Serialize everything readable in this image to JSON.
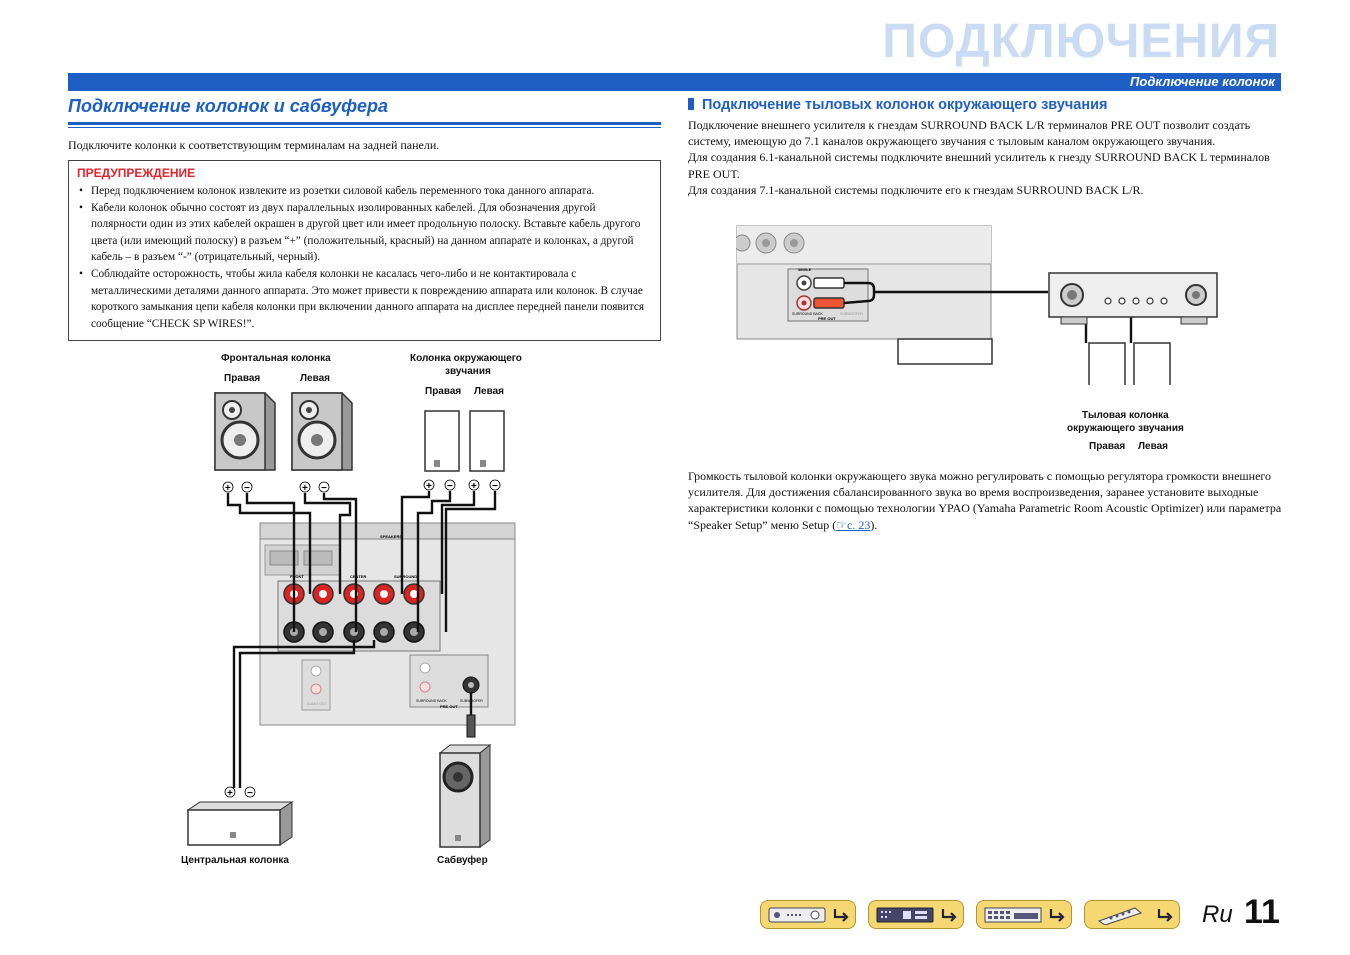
{
  "header": {
    "chapter_title": "ПОДКЛЮЧЕНИЯ",
    "section_bar": "Подключение колонок"
  },
  "left": {
    "heading": "Подключение колонок и сабвуфера",
    "intro": "Подключите колонки к соответствующим терминалам на задней панели.",
    "warning": {
      "title": "ПРЕДУПРЕЖДЕНИЕ",
      "items": [
        "Перед подключением колонок извлеките из розетки силовой кабель переменного тока данного аппарата.",
        "Кабели колонок обычно состоят из двух параллельных изолированных кабелей. Для обозначения другой полярности один из этих кабелей окрашен в другой цвет или имеет продольную полоску. Вставьте кабель другого цвета (или имеющий полоску) в разъем “+” (положительный, красный) на данном аппарате и колонках, а другой кабель – в разъем “-” (отрицательный, черный).",
        "Соблюдайте осторожность, чтобы жила кабеля колонки не касалась чего-либо и не контактировала с металлическими деталями данного аппарата. Это может привести к повреждению аппарата или колонок. В случае короткого замыкания цепи кабеля колонки при включении данного аппарата на дисплее передней панели появится сообщение “CHECK SP WIRES!”."
      ]
    },
    "diagram": {
      "front_label": "Фронтальная колонка",
      "front_right": "Правая",
      "front_left": "Левая",
      "surround_label_1": "Колонка окружающего",
      "surround_label_2": "звучания",
      "surround_right": "Правая",
      "surround_left": "Левая",
      "center_label": "Центральная колонка",
      "subwoofer_label": "Сабвуфер",
      "panel_speakers": "SPEAKERS",
      "panel_front": "FRONT",
      "panel_center": "CENTER",
      "panel_surround": "SURROUND",
      "panel_pre_out": "PRE OUT",
      "panel_subwoofer": "SUBWOOFER",
      "panel_surround_back": "SURROUND BACK",
      "panel_audio_out": "AUDIO OUT"
    }
  },
  "right": {
    "heading": "Подключение тыловых колонок окружающего звучания",
    "paragraphs": [
      "Подключение внешнего усилителя к гнездам SURROUND BACK L/R терминалов PRE OUT позволит создать систему, имеющую до 7.1 каналов окружающего звучания с тыловым каналом окружающего звучания.",
      "Для создания 6.1-канальной системы подключите внешний усилитель к гнезду SURROUND BACK L терминалов PRE OUT.",
      "Для создания 7.1-канальной системы подключите его к гнездам SURROUND BACK L/R."
    ],
    "diagram": {
      "rear_label_1": "Тыловая колонка",
      "rear_label_2": "окружающего звучания",
      "rear_right": "Правая",
      "rear_left": "Левая",
      "panel_single": "SINGLE",
      "panel_surround_back": "SURROUND BACK",
      "panel_subwoofer": "SUBWOOFER",
      "panel_pre_out": "PRE OUT"
    },
    "bottom_text": "Громкость тыловой колонки окружающего звука можно регулировать с помощью регулятора громкости внешнего усилителя. Для достижения сбалансированного звука во время воспроизведения, заранее установите выходные характеристики колонки с помощью технологии YPAO (Yamaha Parametric Room Acoustic Optimizer) или параметра “Speaker Setup” меню Setup (",
    "page_link": "☞с. 23",
    "bottom_text_end": ")."
  },
  "footer": {
    "lang": "Ru",
    "page": "11",
    "nav_buttons": [
      "front-panel-button",
      "display-button",
      "rear-panel-button",
      "remote-button"
    ]
  }
}
